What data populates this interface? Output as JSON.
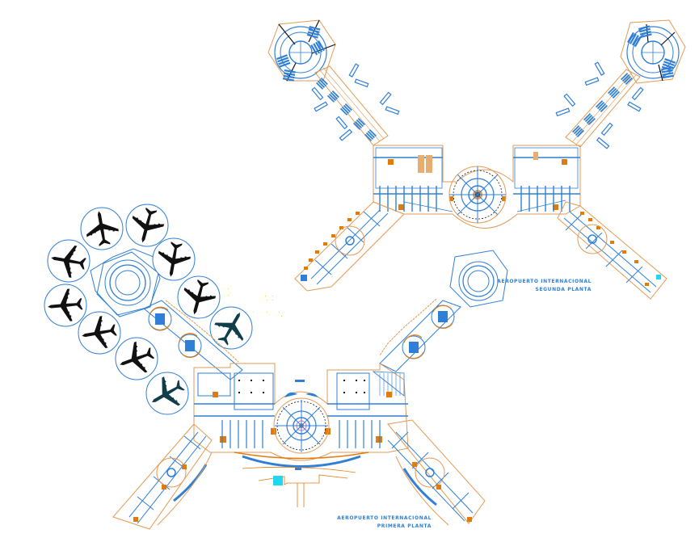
{
  "drawing": {
    "type": "architectural-floor-plan",
    "colors": {
      "background": "#ffffff",
      "walls_blue": "#2f7fd6",
      "outline_orange": "#e39a55",
      "fill_orange": "#e07b10",
      "linework_black": "#111111",
      "aircraft_dark": "#111111",
      "aircraft_teal": "#0f3d4a",
      "accent_cyan": "#22d6f0",
      "accent_magenta": "#e86be0",
      "accent_yellow": "#f2e400"
    },
    "plans": [
      {
        "id": "segunda-planta",
        "title_line1": "AEROPUERTO INTERNACIONAL",
        "title_line2": "SEGUNDA PLANTA",
        "position": "upper-right"
      },
      {
        "id": "primera-planta",
        "title_line1": "AEROPUERTO INTERNACIONAL",
        "title_line2": "PRIMERA PLANTA",
        "position": "lower-center"
      }
    ],
    "aircraft_parking": {
      "count": 10,
      "note": "ten circular aircraft stands arranged around a hexagonal satellite terminal"
    }
  }
}
